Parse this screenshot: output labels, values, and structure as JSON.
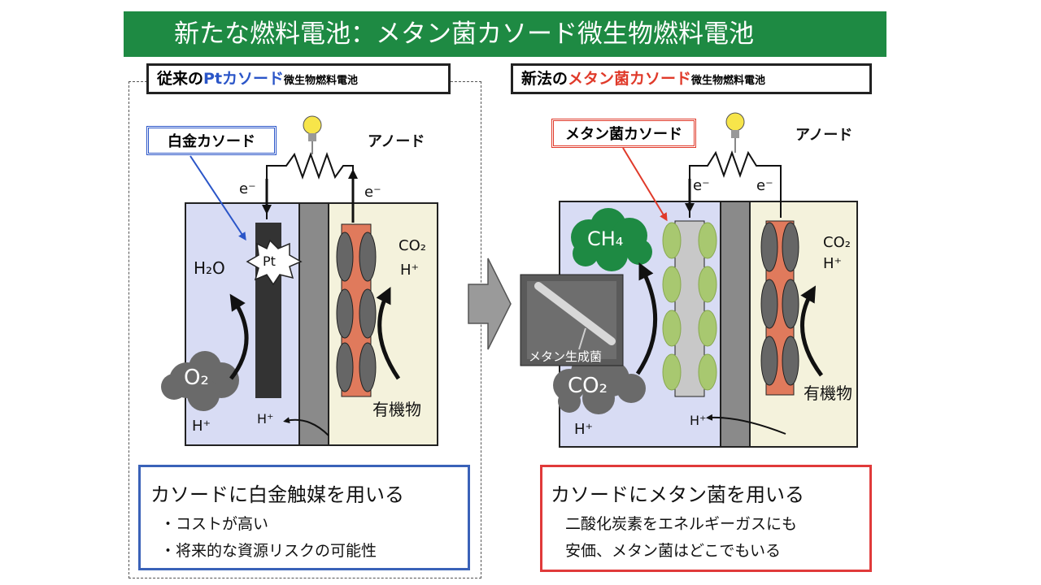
{
  "title": "新たな燃料電池：メタン菌カソード微生物燃料電池",
  "left": {
    "header_prefix": "従来の",
    "header_highlight": "Ptカソード",
    "header_suffix": "微生物燃料電池",
    "cathode_label": "白金カソード",
    "anode_label": "アノード",
    "electron_left": "e⁻",
    "electron_right": "e⁻",
    "catalyst": "Pt",
    "water": "H₂O",
    "oxygen": "O₂",
    "proton_bottom_left": "H⁺",
    "proton_middle": "H⁺",
    "co2_right": "CO₂",
    "proton_right": "H⁺",
    "organic": "有機物",
    "box_title": "カソードに白金触媒を用いる",
    "box_lines": [
      "・コストが高い",
      "・将来的な資源リスクの可能性"
    ]
  },
  "right": {
    "header_prefix": "新法の",
    "header_highlight": "メタン菌カソード",
    "header_suffix": "微生物燃料電池",
    "cathode_label": "メタン菌カソード",
    "anode_label": "アノード",
    "electron_left": "e⁻",
    "electron_right": "e⁻",
    "methane": "CH₄",
    "co2_left": "CO₂",
    "photo_caption": "メタン生成菌",
    "proton_bottom_left": "H⁺",
    "proton_middle": "H⁺",
    "co2_right": "CO₂",
    "proton_right": "H⁺",
    "organic": "有機物",
    "box_title": "カソードにメタン菌を用いる",
    "box_lines": [
      "二酸化炭素をエネルギーガスにも",
      "安価、メタン菌はどこでもいる"
    ]
  },
  "colors": {
    "title_bg": "#1e8a43",
    "blue": "#2a55c8",
    "red": "#e03a2a",
    "cathode_chamber": "#d8dcf4",
    "anode_chamber": "#f4f2dc",
    "membrane": "#8a8a8a",
    "anode_electrode": "#e07a5c",
    "bacteria_green": "#a8c870",
    "cloud_green": "#1e8a43",
    "cloud_gray": "#6a6a6a"
  }
}
